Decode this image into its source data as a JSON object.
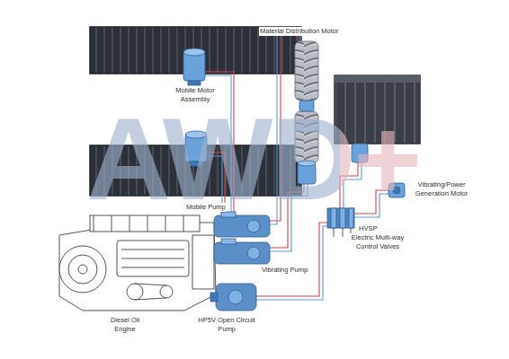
{
  "diagram": {
    "labels": [
      "Material Distribution Motor",
      "Mobile Motor Assembly",
      "Mobile Pump",
      "Vibrating Pump",
      "HVSP",
      "Electric Multi-way Control Valves",
      "Vibrating/Power Generation Motor",
      "Diesel Oil Engine",
      "HP5V Open Circuit Pump",
      "AWD+"
    ]
  }
}
